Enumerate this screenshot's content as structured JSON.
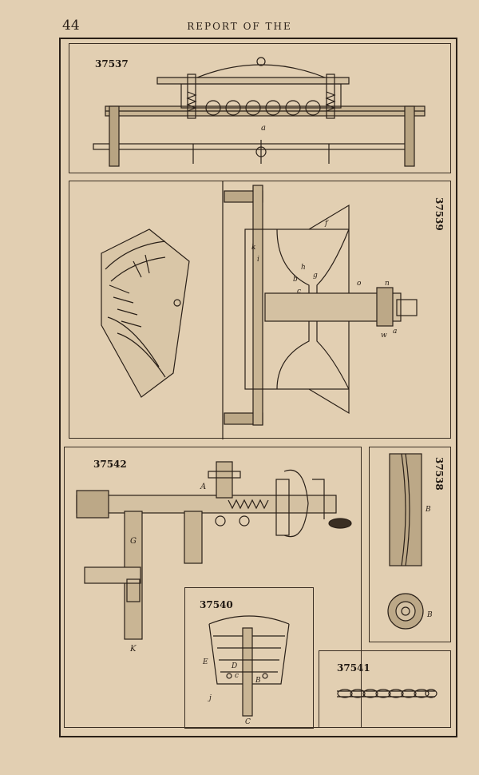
{
  "header": {
    "page_number": "44",
    "running_head": "REPORT OF THE"
  },
  "figures": [
    {
      "id": "fig-37537",
      "number": "37537",
      "labels": [
        "a"
      ]
    },
    {
      "id": "fig-37539",
      "number": "37539",
      "labels": [
        "f",
        "g",
        "h",
        "i",
        "k",
        "o",
        "n",
        "c",
        "b",
        "a",
        "w"
      ]
    },
    {
      "id": "fig-37542",
      "number": "37542",
      "labels": [
        "A",
        "G",
        "K"
      ]
    },
    {
      "id": "fig-37538",
      "number": "37538",
      "labels": [
        "B",
        "B"
      ]
    },
    {
      "id": "fig-37540",
      "number": "37540",
      "labels": [
        "E",
        "D",
        "c",
        "B",
        "j",
        "C"
      ]
    },
    {
      "id": "fig-37541",
      "number": "37541",
      "labels": []
    }
  ],
  "colors": {
    "paper": "#e2cfb2",
    "ink": "#2a2018"
  }
}
